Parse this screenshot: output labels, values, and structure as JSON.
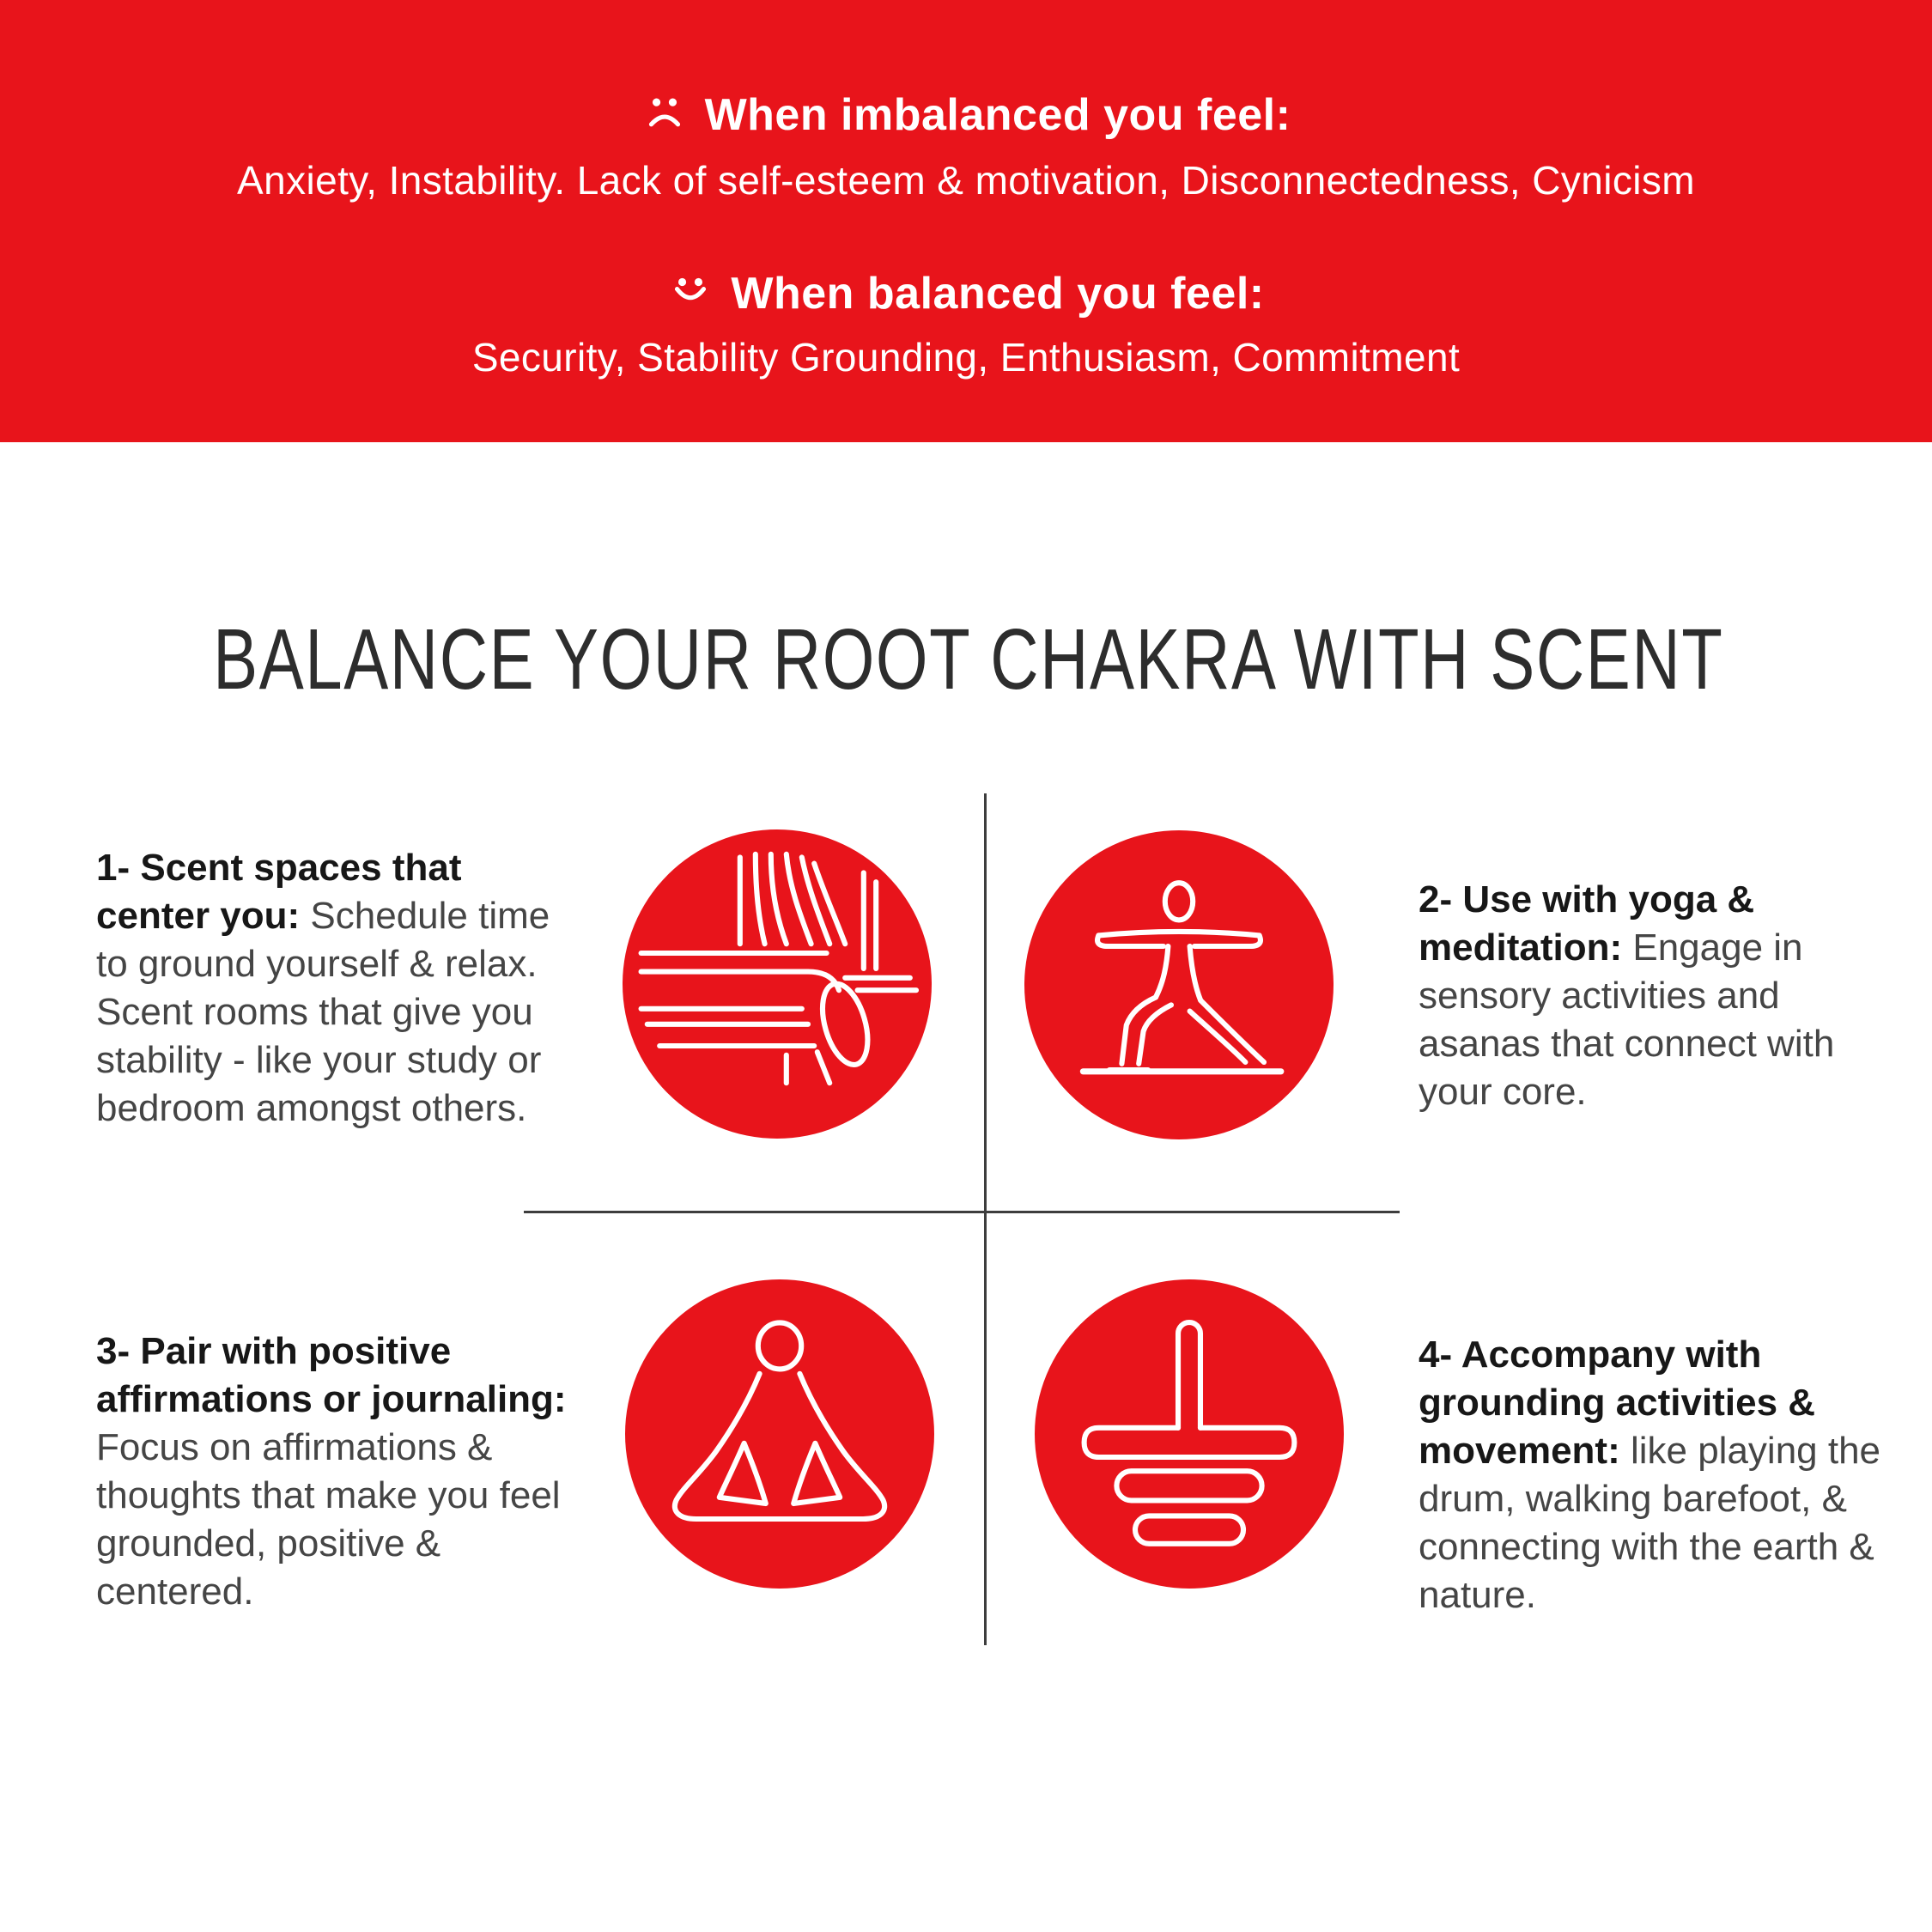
{
  "colors": {
    "accent_red": "#e8141b",
    "header_text": "#ffffff",
    "title_text": "#2d2d2d",
    "tip_label_text": "#171717",
    "tip_body_text": "#454545",
    "divider": "#3d3d3d"
  },
  "header": {
    "imbalanced": {
      "icon": "sad-face-icon",
      "title": "When imbalanced you feel:",
      "text": "Anxiety, Instability. Lack of self-esteem & motivation, Disconnectedness, Cynicism"
    },
    "balanced": {
      "icon": "smile-face-icon",
      "title": "When balanced you feel:",
      "text": "Security, Stability Grounding, Enthusiasm, Commitment"
    }
  },
  "main": {
    "title": "BALANCE YOUR ROOT CHAKRA WITH SCENT",
    "tips": [
      {
        "icon": "sofa-curtain-icon",
        "label": "1- Scent spaces that center you:",
        "body": "Schedule time to ground yourself & relax. Scent rooms that give you stability - like your study or bedroom amongst others."
      },
      {
        "icon": "yoga-pose-icon",
        "label": "2- Use with yoga & meditation:",
        "body": "Engage in sensory activities and asanas that connect with your core."
      },
      {
        "icon": "meditation-lotus-icon",
        "label": "3- Pair with positive affirmations or journaling:",
        "body": "Focus on affirmations & thoughts that make you feel grounded, positive & centered."
      },
      {
        "icon": "grounding-symbol-icon",
        "label": "4- Accompany with grounding activities & movement:",
        "body": "like playing the drum, walking barefoot, & connecting with the earth & nature."
      }
    ]
  }
}
